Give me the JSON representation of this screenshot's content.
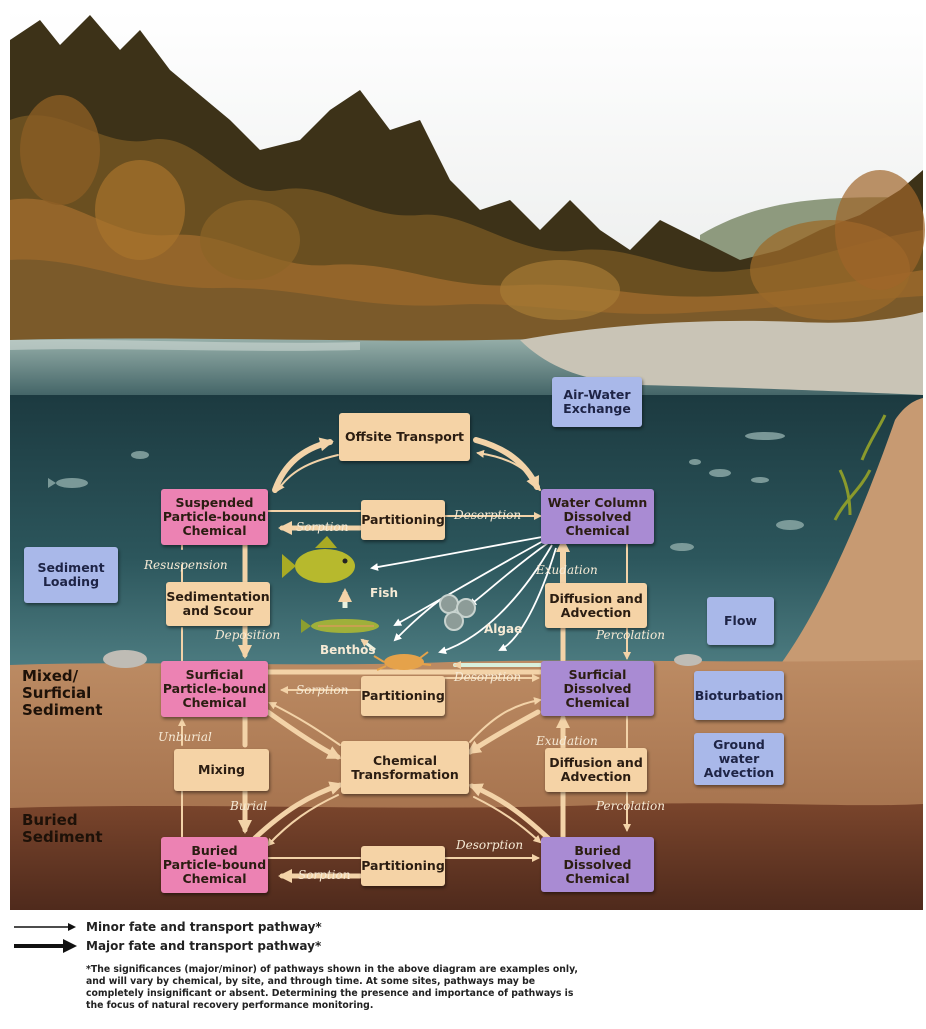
{
  "boxes": {
    "offsite_transport": "Offsite Transport",
    "air_water": "Air-Water\nExchange",
    "suspended_particle": "Suspended\nParticle-bound\nChemical",
    "partitioning_water": "Partitioning",
    "water_dissolved": "Water Column\nDissolved\nChemical",
    "sediment_loading": "Sediment\nLoading",
    "sedimentation_scour": "Sedimentation\nand Scour",
    "diffusion_water": "Diffusion and\nAdvection",
    "flow": "Flow",
    "surficial_particle": "Surficial\nParticle-bound\nChemical",
    "partitioning_surficial": "Partitioning",
    "surficial_dissolved": "Surficial\nDissolved\nChemical",
    "bioturbation": "Bioturbation",
    "chemical_transformation": "Chemical\nTransformation",
    "mixing": "Mixing",
    "diffusion_sediment": "Diffusion and\nAdvection",
    "groundwater": "Ground\nwater\nAdvection",
    "buried_particle": "Buried\nParticle-bound\nChemical",
    "partitioning_buried": "Partitioning",
    "buried_dissolved": "Buried\nDissolved\nChemical"
  },
  "pathway_labels": {
    "sorption_1": "Sorption",
    "desorption_1": "Desorption",
    "resuspension": "Resuspension",
    "exudation_1": "Exudation",
    "deposition": "Deposition",
    "percolation_1": "Percolation",
    "sorption_2": "Sorption",
    "desorption_2": "Desorption",
    "unburial": "Unburial",
    "exudation_2": "Exudation",
    "burial": "Burial",
    "percolation_2": "Percolation",
    "desorption_3": "Desorption",
    "sorption_3": "Sorption"
  },
  "organisms": {
    "fish": "Fish",
    "algae": "Algae",
    "benthos": "Benthos"
  },
  "zones": {
    "mixed_surficial": "Mixed/\nSurficial\nSediment",
    "buried": "Buried\nSediment"
  },
  "legend": {
    "minor": "Minor fate and transport pathway*",
    "major": "Major fate and transport pathway*",
    "footnote": "*The significances (major/minor) of pathways shown in the above diagram are examples only, and will vary by chemical, by site, and through time. At some sites, pathways may be completely insignificant or absent. Determining the presence and importance of pathways is the focus of natural recovery performance monitoring."
  },
  "colors": {
    "sky": "#f4f3f0",
    "forest_dark": "#3a3016",
    "forest_mid": "#6b5222",
    "foliage_warm": "#9a6a26",
    "river_surface": "#5f7f80",
    "water_top": "#1e3f44",
    "water_bottom": "#3f6e73",
    "bank": "#c79a72",
    "surficial_sediment": "#b2815d",
    "buried_sediment": "#6b3b27",
    "box_tan": "#f5d3a6",
    "box_pink": "#ec82b3",
    "box_purple": "#a98bd3",
    "box_blue": "#a9b8e9",
    "arrow": "#f3d3a8"
  }
}
